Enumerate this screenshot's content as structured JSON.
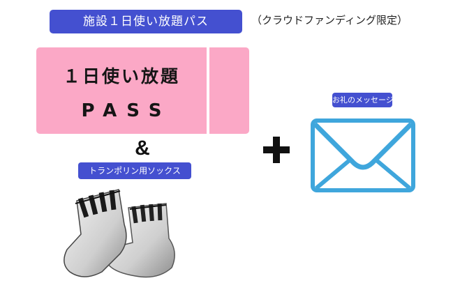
{
  "header": {
    "title_badge": "施設１日使い放題パス",
    "note": "（クラウドファンディング限定）"
  },
  "ticket": {
    "line1": "１日使い放題",
    "line2": "PASS",
    "color": "#fba8c6"
  },
  "bundle": {
    "ampersand": "&",
    "socks_label": "トランポリン用ソックス",
    "plus_icon": "plus-icon",
    "message_label": "お礼のメッセージ",
    "envelope_icon": "envelope-icon",
    "socks_image": "socks-illustration"
  },
  "colors": {
    "badge_blue": "#4450d0",
    "envelope_blue": "#3fa6dc"
  }
}
